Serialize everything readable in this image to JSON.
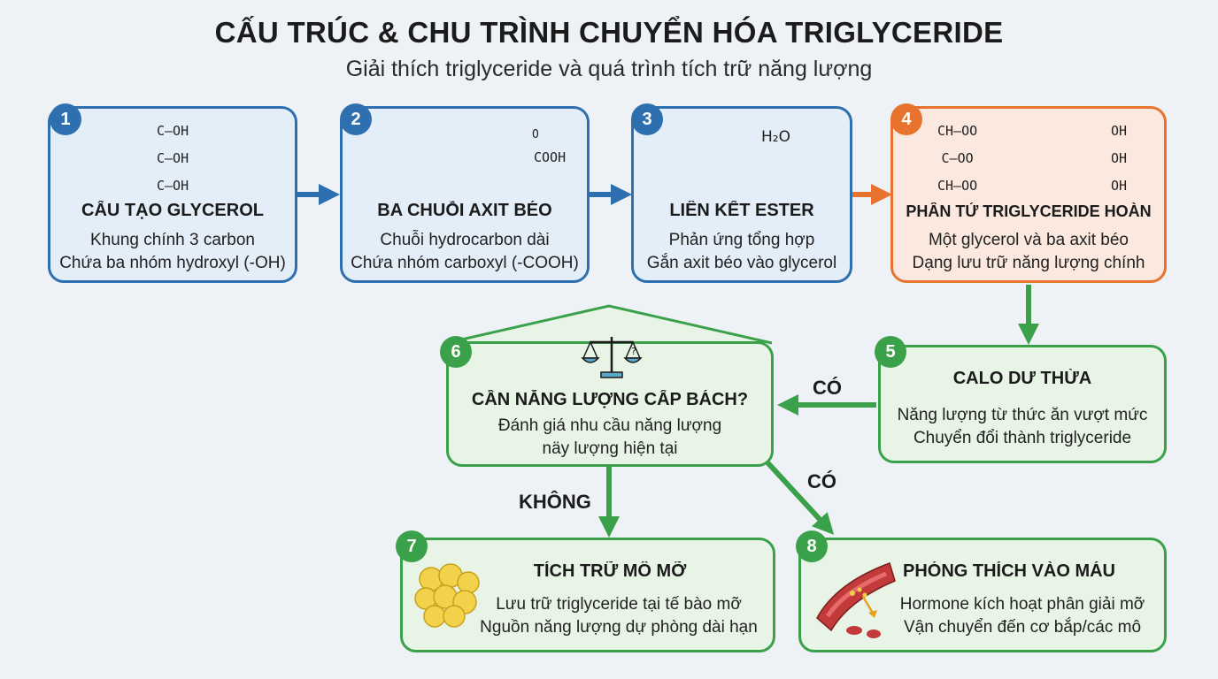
{
  "title": "CẤU TRÚC & CHU TRÌNH CHUYỂN HÓA TRIGLYCERIDE",
  "subtitle": "Giải thích triglyceride và quá trình tích trữ năng lượng",
  "steps": [
    {
      "num": "1",
      "title": "CẤU TẠO GLYCEROL",
      "line1": "Khung chính 3 carbon",
      "line2": "Chứa ba nhóm hydroxyl (-OH)"
    },
    {
      "num": "2",
      "title": "BA CHUỖI AXIT BÉO",
      "line1": "Chuỗi hydrocarbon dài",
      "line2": "Chứa nhóm carboxyl (-COOH)"
    },
    {
      "num": "3",
      "title": "LIÊN KẾT ESTER",
      "line1": "Phản ứng tổng hợp",
      "line2": "Gắn axit béo vào glycerol"
    },
    {
      "num": "4",
      "title": "PHÂN TỬ TRIGLYCERIDE HOÀN",
      "line1": "Một glycerol và ba axit béo",
      "line2": "Dạng lưu trữ năng lượng chính"
    },
    {
      "num": "5",
      "title": "CALO DƯ THỪA",
      "line1": "Năng lượng từ thức ăn vượt mức",
      "line2": "Chuyển đổi thành triglyceride"
    },
    {
      "num": "6",
      "title": "CẦN NĂNG LƯỢNG CẤP BÁCH?",
      "line1": "Đánh giá nhu cầu năng lượng",
      "line2": "näy lượng hiện tại"
    },
    {
      "num": "7",
      "title": "TÍCH TRỮ MÔ MỠ",
      "line1": "Lưu trữ triglyceride tại tế bào mỡ",
      "line2": "Nguồn năng lượng dự phòng dài hạn"
    },
    {
      "num": "8",
      "title": "PHÓNG THÍCH VÀO MÁU",
      "line1": "Hormone kích hoạt phân giải mỡ",
      "line2": "Vận chuyển đến cơ bắp/các mô"
    }
  ],
  "chem": {
    "glycerol": [
      "C–OH",
      "C–OH",
      "C–OH"
    ],
    "cooh": "COOH",
    "o": "O",
    "water": "H₂O",
    "tri": {
      "left": [
        "CH–OO",
        "C–OO",
        "CH–OO"
      ],
      "oh": "OH"
    }
  },
  "edges": {
    "yes_5_6": "CÓ",
    "yes_6_8": "CÓ",
    "no_6_7": "KHÔNG"
  },
  "colors": {
    "blue": "#2e6fb0",
    "orange": "#e8732e",
    "green": "#3aa14a"
  }
}
